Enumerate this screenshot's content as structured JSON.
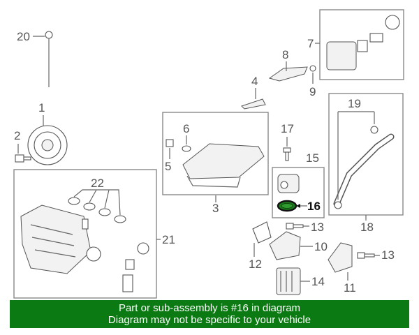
{
  "diagram": {
    "callouts": {
      "c1": "1",
      "c2": "2",
      "c3": "3",
      "c4": "4",
      "c5": "5",
      "c6": "6",
      "c7": "7",
      "c8": "8",
      "c9": "9",
      "c10": "10",
      "c11": "11",
      "c12": "12",
      "c13a": "13",
      "c13b": "13",
      "c14": "14",
      "c15": "15",
      "c16": "16",
      "c17": "17",
      "c18": "18",
      "c19": "19",
      "c20": "20",
      "c21": "21",
      "c22": "22"
    },
    "highlight_part": "16",
    "highlight_color": "#1c7a1c"
  },
  "banner": {
    "line1": "Part or sub-assembly is #16 in diagram",
    "line2": "Diagram may not be specific to your vehicle",
    "background": "#0b7a12"
  }
}
